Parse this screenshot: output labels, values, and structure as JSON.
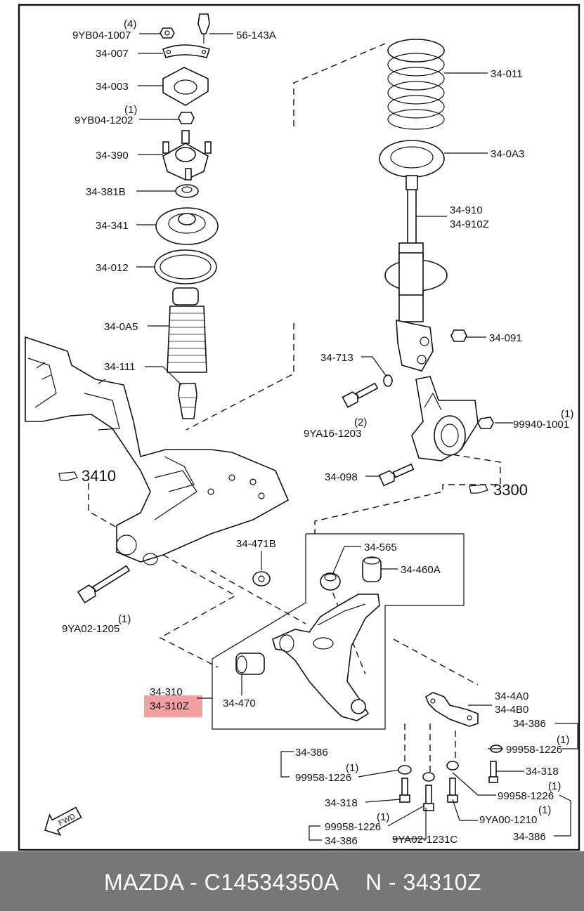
{
  "labels": {
    "l_9yb04_1007": "9YB04-1007",
    "q_4": "(4)",
    "l_56_143a": "56-143A",
    "l_34_007": "34-007",
    "l_34_003": "34-003",
    "q_1a": "(1)",
    "l_9yb04_1202": "9YB04-1202",
    "l_34_390": "34-390",
    "l_34_381b": "34-381B",
    "l_34_341": "34-341",
    "l_34_012": "34-012",
    "l_34_0a5": "34-0A5",
    "l_34_111": "34-111",
    "l_34_011": "34-011",
    "l_34_0a3": "34-0A3",
    "l_34_910": "34-910",
    "l_34_910z": "34-910Z",
    "l_34_091": "34-091",
    "l_34_713": "34-713",
    "q_2": "(2)",
    "l_9ya16_1203": "9YA16-1203",
    "q_1b": "(1)",
    "l_99940_1001": "99940-1001",
    "l_34_098": "34-098",
    "l_3410": "3410",
    "l_3300": "3300",
    "l_34_471b": "34-471B",
    "l_34_565": "34-565",
    "l_34_460a": "34-460A",
    "q_1c": "(1)",
    "l_9ya02_1205": "9YA02-1205",
    "l_34_310": "34-310",
    "l_34_310z": "34-310Z",
    "l_34_470": "34-470",
    "l_34_4a0": "34-4A0",
    "l_34_4b0": "34-4B0",
    "l_34_386_a": "34-386",
    "q_1d": "(1)",
    "l_99958_1226_a": "99958-1226",
    "l_34_318_a": "34-318",
    "l_34_386_b": "34-386",
    "q_1e": "(1)",
    "l_99958_1226_b": "99958-1226",
    "l_34_318_b": "34-318",
    "q_1f": "(1)",
    "l_99958_1226_c": "99958-1226",
    "q_1g": "(1)",
    "l_99958_1226_d": "99958-1226",
    "l_34_386_c": "34-386",
    "q_1h": "(1)",
    "l_9ya00_1210": "9YA00-1210",
    "l_9ya02_1231c": "9YA02-1231C",
    "l_34_386_d": "34-386",
    "fwd": "FWD"
  },
  "footer": {
    "brand_part": "MAZDA - C14534350A",
    "number": "N - 34310Z"
  },
  "colors": {
    "highlight": "#f4a0a0",
    "footer_bg": "#777777"
  }
}
